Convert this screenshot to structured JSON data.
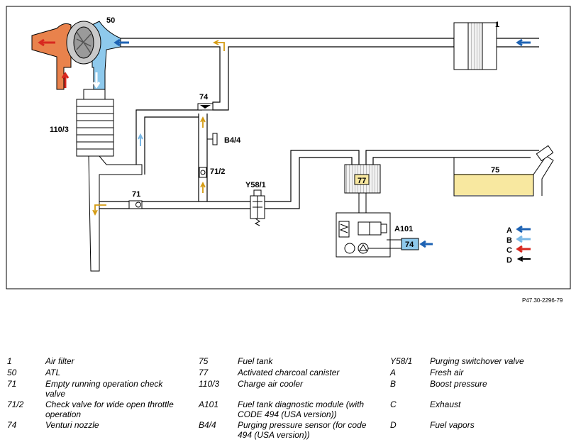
{
  "diagram": {
    "labels": {
      "l1": "1",
      "l50": "50",
      "l74top": "74",
      "l110": "110/3",
      "lb44": "B4/4",
      "l712": "71/2",
      "ly581": "Y58/1",
      "l71": "71",
      "l75": "75",
      "l77": "77",
      "la101": "A101",
      "l74box": "74"
    },
    "flow_legend": [
      {
        "key": "A",
        "color": "#1e63b4"
      },
      {
        "key": "B",
        "color": "#7ab8e6"
      },
      {
        "key": "C",
        "color": "#d8281f"
      },
      {
        "key": "D",
        "color": "#000000"
      }
    ],
    "colors": {
      "fresh_air": "#1e63b4",
      "boost": "#7ab8e6",
      "exhaust": "#d8281f",
      "exhaust_body": "#e9824c",
      "intake_body": "#8ec9ec",
      "fuel": "#f8e8a0",
      "vapor_arrow": "#d49a10"
    },
    "reference": "P47.30-2296-79"
  },
  "legend": [
    [
      {
        "code": "1",
        "desc": "Air filter"
      },
      {
        "code": "50",
        "desc": "ATL"
      },
      {
        "code": "71",
        "desc": "Empty running operation check valve"
      },
      {
        "code": "71/2",
        "desc": "Check valve for wide open throttle operation"
      },
      {
        "code": "74",
        "desc": "Venturi nozzle"
      }
    ],
    [
      {
        "code": "75",
        "desc": "Fuel tank"
      },
      {
        "code": "77",
        "desc": "Activated charcoal canister"
      },
      {
        "code": "110/3",
        "desc": "Charge air cooler"
      },
      {
        "code": "A101",
        "desc": "Fuel tank diagnostic module (with CODE 494 (USA version))"
      },
      {
        "code": "B4/4",
        "desc": "Purging pressure sensor (for code 494 (USA version))"
      }
    ],
    [
      {
        "code": "Y58/1",
        "desc": "Purging switchover valve"
      },
      {
        "code": "A",
        "desc": "Fresh air"
      },
      {
        "code": "B",
        "desc": "Boost pressure"
      },
      {
        "code": "C",
        "desc": "Exhaust"
      },
      {
        "code": "D",
        "desc": "Fuel vapors"
      }
    ]
  ]
}
